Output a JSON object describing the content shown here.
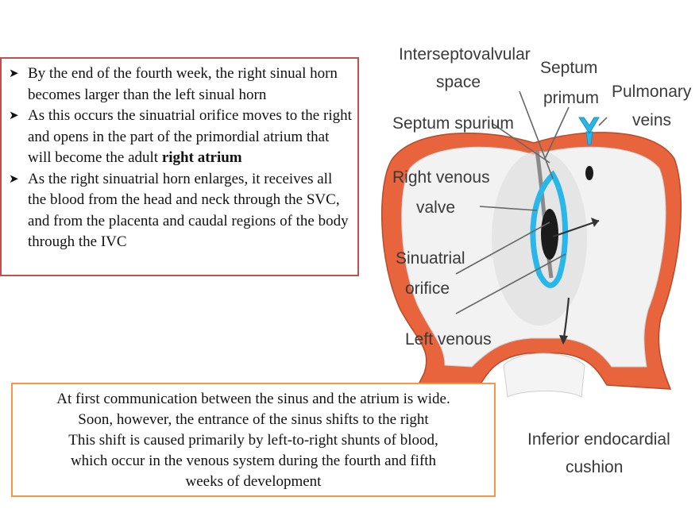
{
  "bullets": [
    {
      "text": "By the end of the fourth week, the right sinual horn becomes larger than the left sinual horn",
      "bold": ""
    },
    {
      "text": "As this occurs the sinuatrial orifice moves to the right and opens in the part of the primordial atrium that will become the adult ",
      "bold": "right atrium"
    },
    {
      "text": "As the right sinuatrial horn enlarges, it receives all the blood from the head and neck through the SVC, and from the placenta and caudal regions of the body through the IVC",
      "bold": ""
    }
  ],
  "bottom_box": {
    "lines": [
      "At first communication between the sinus and the atrium is wide.",
      "Soon, however, the entrance of the sinus shifts to the right",
      "This shift is caused primarily by left-to-right shunts of blood,",
      "which occur in the venous system during the fourth and fifth",
      "weeks of development"
    ]
  },
  "diagram": {
    "labels": {
      "interseptovalvular_1": "Interseptovalvular",
      "interseptovalvular_2": "space",
      "septum_primum_1": "Septum",
      "septum_primum_2": "primum",
      "pulmonary_1": "Pulmonary",
      "pulmonary_2": "veins",
      "septum_spurium": "Septum spurium",
      "right_venous_1": "Right venous",
      "right_venous_2": "valve",
      "sinuatrial_1": "Sinuatrial",
      "sinuatrial_2": "orifice",
      "left_venous": "Left venous",
      "inferior_1": "Inferior endocardial",
      "inferior_2": "cushion"
    },
    "colors": {
      "wall": "#e8643c",
      "valve": "#29b6e8",
      "cavity": "#f2f2f2",
      "arrow": "#333333"
    }
  }
}
